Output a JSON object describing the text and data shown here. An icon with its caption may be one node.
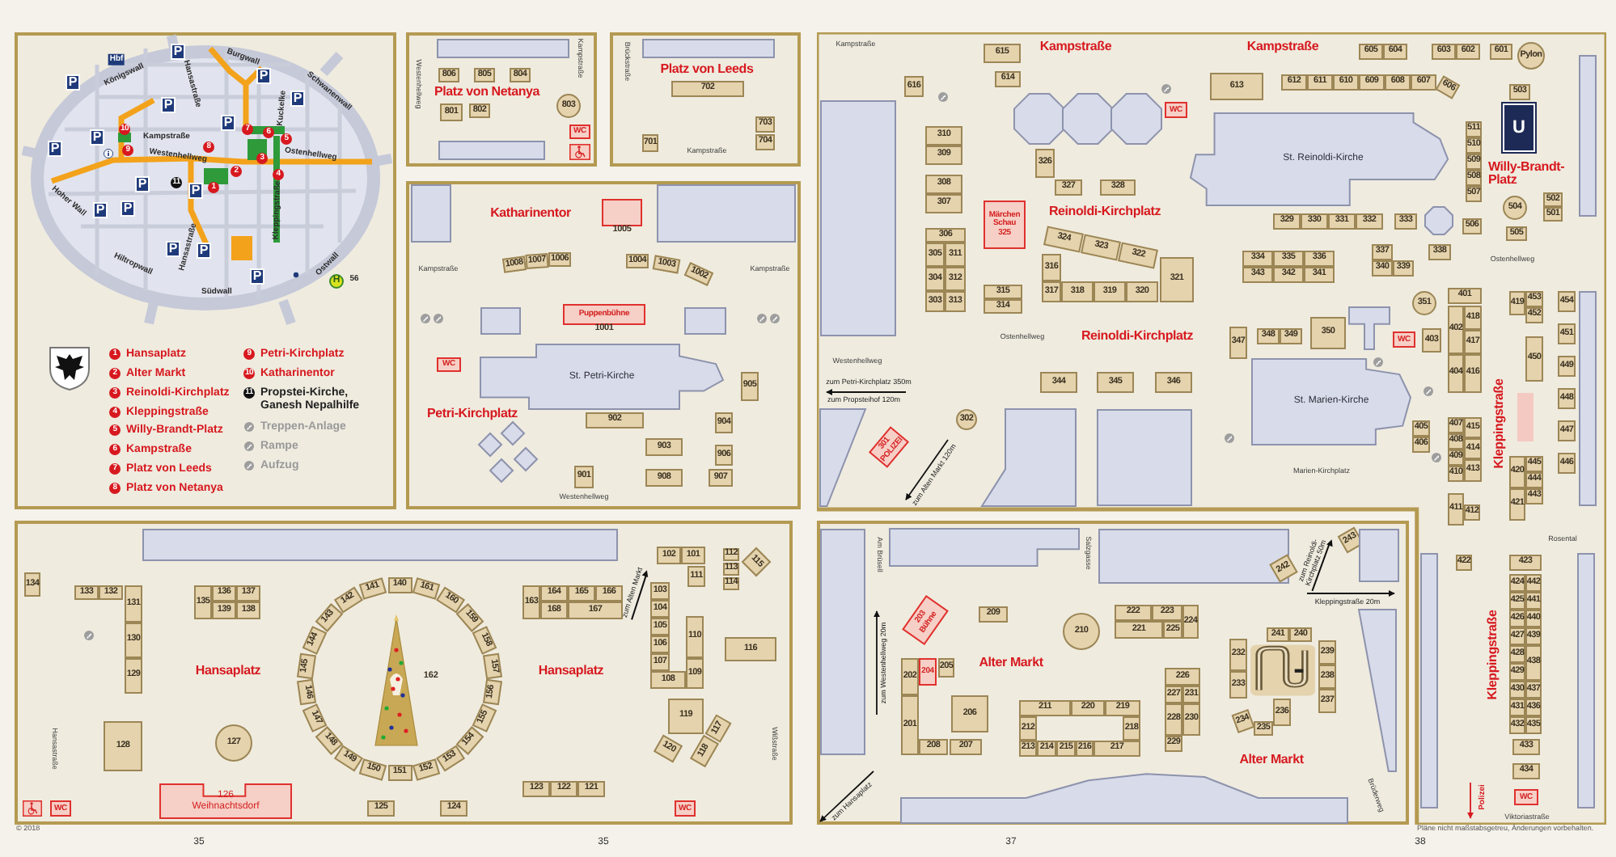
{
  "diagram": {
    "nodes": [
      {
        "text": [],
        "shape": "box"
      },
      {
        "text": [],
        "shape": "box"
      },
      {
        "text": [],
        "shape": "box",
        "in": 1
      },
      {
        "text": [
          "806"
        ],
        "in": 1
      },
      {
        "text": [
          "805"
        ],
        "in": 1
      },
      {
        "text": [
          "804"
        ],
        "in": 1
      },
      {
        "text": [
          "801"
        ],
        "in": 1
      },
      {
        "text": [
          "802"
        ],
        "in": 1
      },
      {
        "text": [
          "803"
        ],
        "in": 1
      },
      {
        "text": [
          "WC"
        ],
        "in": 1
      },
      {
        "text": [],
        "shape": "box",
        "in": 1
      },
      {
        "text": [],
        "shape": "box"
      },
      {
        "text": [],
        "shape": "box",
        "in": 11
      },
      {
        "text": [
          "702"
        ],
        "in": 11
      },
      {
        "text": [
          "703"
        ],
        "in": 11
      },
      {
        "text": [
          "704"
        ],
        "in": 11
      },
      {
        "text": [
          "701"
        ],
        "in": 11
      },
      {
        "text": [],
        "shape": "box"
      },
      {
        "text": [],
        "shape": "box",
        "in": 17
      },
      {
        "text": [],
        "shape": "box",
        "in": 17
      },
      {
        "text": [],
        "shape": "box",
        "beside": [
          "1005"
        ],
        "in": 17
      },
      {
        "text": [
          "1008"
        ],
        "in": 17
      },
      {
        "text": [
          "1007"
        ],
        "in": 17
      },
      {
        "text": [
          "1006"
        ],
        "in": 17
      },
      {
        "text": [
          "1004"
        ],
        "in": 17
      },
      {
        "text": [
          "1003"
        ],
        "in": 17
      },
      {
        "text": [
          "1002"
        ],
        "in": 17
      },
      {
        "text": [],
        "shape": "box",
        "in": 17
      },
      {
        "text": [
          "Puppenbühne"
        ],
        "beside": [
          "1001"
        ],
        "in": 17
      },
      {
        "text": [],
        "shape": "box",
        "in": 17
      },
      {
        "text": [
          "St. Petri-Kirche"
        ],
        "in": 17
      },
      {
        "text": [
          "WC"
        ],
        "in": 17
      },
      {
        "text": [
          "902"
        ],
        "in": 17
      },
      {
        "text": [
          "905"
        ],
        "in": 17
      },
      {
        "text": [
          "904"
        ],
        "in": 17
      },
      {
        "text": [
          "906"
        ],
        "in": 17
      },
      {
        "text": [
          "903"
        ],
        "in": 17
      },
      {
        "text": [
          "908"
        ],
        "in": 17
      },
      {
        "text": [
          "907"
        ],
        "in": 17
      },
      {
        "text": [
          "901"
        ],
        "in": 17
      },
      {
        "text": [],
        "shape": "diamond",
        "in": 17
      },
      {
        "text": [],
        "shape": "diamond",
        "in": 17
      },
      {
        "text": [],
        "shape": "diamond",
        "in": 17
      },
      {
        "text": [],
        "shape": "diamond",
        "in": 17
      },
      {
        "text": [],
        "shape": "box"
      },
      {
        "text": [
          "615"
        ],
        "in": 44
      },
      {
        "text": [
          "614"
        ],
        "in": 44
      },
      {
        "text": [
          "616"
        ],
        "in": 44
      },
      {
        "text": [],
        "shape": "box",
        "in": 44
      },
      {
        "text": [],
        "shape": "octagon",
        "in": 44
      },
      {
        "text": [],
        "shape": "octagon",
        "in": 44
      },
      {
        "text": [],
        "shape": "octagon",
        "in": 44
      },
      {
        "text": [
          "WC"
        ],
        "in": 44
      },
      {
        "text": [
          "613"
        ],
        "in": 44
      },
      {
        "text": [
          "612"
        ],
        "in": 44
      },
      {
        "text": [
          "611"
        ],
        "in": 44
      },
      {
        "text": [
          "610"
        ],
        "in": 44
      },
      {
        "text": [
          "609"
        ],
        "in": 44
      },
      {
        "text": [
          "608"
        ],
        "in": 44
      },
      {
        "text": [
          "607"
        ],
        "in": 44
      },
      {
        "text": [
          "606"
        ],
        "in": 44
      },
      {
        "text": [
          "605"
        ],
        "in": 44
      },
      {
        "text": [
          "604"
        ],
        "in": 44
      },
      {
        "text": [
          "603"
        ],
        "in": 44
      },
      {
        "text": [
          "602"
        ],
        "in": 44
      },
      {
        "text": [
          "601"
        ],
        "in": 44
      },
      {
        "text": [
          "Pylon"
        ],
        "in": 44
      },
      {
        "text": [
          "503"
        ],
        "in": 44
      },
      {
        "text": [
          "U"
        ],
        "in": 44
      },
      {
        "text": [
          "St. Reinoldi-Kirche"
        ],
        "in": 44
      },
      {
        "text": [
          "511"
        ],
        "in": 44
      },
      {
        "text": [
          "510"
        ],
        "in": 44
      },
      {
        "text": [
          "509"
        ],
        "in": 44
      },
      {
        "text": [
          "508"
        ],
        "in": 44
      },
      {
        "text": [
          "507"
        ],
        "in": 44
      },
      {
        "text": [
          "504"
        ],
        "in": 44
      },
      {
        "text": [
          "505"
        ],
        "in": 44
      },
      {
        "text": [
          "502"
        ],
        "in": 44
      },
      {
        "text": [
          "501"
        ],
        "in": 44
      },
      {
        "text": [],
        "shape": "box",
        "in": 44
      },
      {
        "text": [
          "506"
        ],
        "in": 44
      },
      {
        "text": [],
        "shape": "octagon",
        "in": 44
      },
      {
        "text": [
          "329"
        ],
        "in": 44
      },
      {
        "text": [
          "330"
        ],
        "in": 44
      },
      {
        "text": [
          "331"
        ],
        "in": 44
      },
      {
        "text": [
          "332"
        ],
        "in": 44
      },
      {
        "text": [
          "333"
        ],
        "in": 44
      },
      {
        "text": [
          "310"
        ],
        "in": 44
      },
      {
        "text": [
          "309"
        ],
        "in": 44
      },
      {
        "text": [
          "308"
        ],
        "in": 44
      },
      {
        "text": [
          "307"
        ],
        "in": 44
      },
      {
        "text": [
          "306"
        ],
        "in": 44
      },
      {
        "text": [
          "305"
        ],
        "in": 44
      },
      {
        "text": [
          "311"
        ],
        "in": 44
      },
      {
        "text": [
          "304"
        ],
        "in": 44
      },
      {
        "text": [
          "312"
        ],
        "in": 44
      },
      {
        "text": [
          "303"
        ],
        "in": 44
      },
      {
        "text": [
          "313"
        ],
        "in": 44
      },
      {
        "text": [
          "Märchen Schau",
          "325"
        ],
        "in": 44
      },
      {
        "text": [
          "326"
        ],
        "in": 44
      },
      {
        "text": [
          "327"
        ],
        "in": 44
      },
      {
        "text": [
          "328"
        ],
        "in": 44
      },
      {
        "text": [
          "324"
        ],
        "in": 44
      },
      {
        "text": [
          "323"
        ],
        "in": 44
      },
      {
        "text": [
          "322"
        ],
        "in": 44
      },
      {
        "text": [
          "316"
        ],
        "in": 44
      },
      {
        "text": [
          "317"
        ],
        "in": 44
      },
      {
        "text": [
          "318"
        ],
        "in": 44
      },
      {
        "text": [
          "319"
        ],
        "in": 44
      },
      {
        "text": [
          "320"
        ],
        "in": 44
      },
      {
        "text": [
          "321"
        ],
        "in": 44
      },
      {
        "text": [
          "315"
        ],
        "in": 44
      },
      {
        "text": [
          "314"
        ],
        "in": 44
      },
      {
        "text": [
          "334"
        ],
        "in": 44
      },
      {
        "text": [
          "335"
        ],
        "in": 44
      },
      {
        "text": [
          "336"
        ],
        "in": 44
      },
      {
        "text": [
          "343"
        ],
        "in": 44
      },
      {
        "text": [
          "342"
        ],
        "in": 44
      },
      {
        "text": [
          "341"
        ],
        "in": 44
      },
      {
        "text": [
          "337"
        ],
        "in": 44
      },
      {
        "text": [
          "340"
        ],
        "in": 44
      },
      {
        "text": [
          "339"
        ],
        "in": 44
      },
      {
        "text": [
          "338"
        ],
        "in": 44
      },
      {
        "text": [
          "351"
        ],
        "in": 44
      },
      {
        "text": [
          "347"
        ],
        "in": 44
      },
      {
        "text": [
          "348"
        ],
        "in": 44
      },
      {
        "text": [
          "349"
        ],
        "in": 44
      },
      {
        "text": [
          "350"
        ],
        "in": 44
      },
      {
        "text": [],
        "shape": "box",
        "in": 44
      },
      {
        "text": [
          "WC"
        ],
        "in": 44
      },
      {
        "text": [
          "403"
        ],
        "in": 44
      },
      {
        "text": [
          "401"
        ],
        "in": 44
      },
      {
        "text": [
          "402"
        ],
        "in": 44
      },
      {
        "text": [
          "418"
        ],
        "in": 44
      },
      {
        "text": [
          "417"
        ],
        "in": 44
      },
      {
        "text": [
          "404"
        ],
        "in": 44
      },
      {
        "text": [
          "416"
        ],
        "in": 44
      },
      {
        "text": [
          "419"
        ],
        "in": 44
      },
      {
        "text": [
          "453"
        ],
        "in": 44
      },
      {
        "text": [
          "452"
        ],
        "in": 44
      },
      {
        "text": [
          "450"
        ],
        "in": 44
      },
      {
        "text": [
          "454"
        ],
        "in": 44
      },
      {
        "text": [
          "451"
        ],
        "in": 44
      },
      {
        "text": [
          "449"
        ],
        "in": 44
      },
      {
        "text": [
          "448"
        ],
        "in": 44
      },
      {
        "text": [
          "447"
        ],
        "in": 44
      },
      {
        "text": [
          "446"
        ],
        "in": 44
      },
      {
        "text": [],
        "shape": "box",
        "in": 44
      },
      {
        "text": [
          "344"
        ],
        "in": 44
      },
      {
        "text": [
          "345"
        ],
        "in": 44
      },
      {
        "text": [
          "346"
        ],
        "in": 44
      },
      {
        "text": [
          "St. Marien-Kirche"
        ],
        "in": 44
      },
      {
        "text": [
          "405"
        ],
        "in": 44
      },
      {
        "text": [
          "406"
        ],
        "in": 44
      },
      {
        "text": [
          "407"
        ],
        "in": 44
      },
      {
        "text": [
          "408"
        ],
        "in": 44
      },
      {
        "text": [
          "409"
        ],
        "in": 44
      },
      {
        "text": [
          "410"
        ],
        "in": 44
      },
      {
        "text": [
          "415"
        ],
        "in": 44
      },
      {
        "text": [
          "414"
        ],
        "in": 44
      },
      {
        "text": [
          "413"
        ],
        "in": 44
      },
      {
        "text": [
          "420"
        ],
        "in": 44
      },
      {
        "text": [
          "445"
        ],
        "in": 44
      },
      {
        "text": [
          "444"
        ],
        "in": 44
      },
      {
        "text": [
          "421"
        ],
        "in": 44
      },
      {
        "text": [
          "443"
        ],
        "in": 44
      },
      {
        "text": [
          "411"
        ],
        "in": 44
      },
      {
        "text": [
          "412"
        ],
        "in": 44
      },
      {
        "text": [],
        "shape": "box",
        "in": 44
      },
      {
        "text": [],
        "shape": "box",
        "in": 44
      },
      {
        "text": [
          "302"
        ],
        "in": 44
      },
      {
        "text": [],
        "shape": "triangle",
        "in": 44
      },
      {
        "text": [
          "301",
          "POLIZEI"
        ],
        "in": 44
      },
      {
        "text": [
          "422"
        ],
        "in": 44
      },
      {
        "text": [
          "423"
        ],
        "in": 44
      },
      {
        "text": [
          "424"
        ],
        "in": 44
      },
      {
        "text": [
          "425"
        ],
        "in": 44
      },
      {
        "text": [
          "426"
        ],
        "in": 44
      },
      {
        "text": [
          "427"
        ],
        "in": 44
      },
      {
        "text": [
          "428"
        ],
        "in": 44
      },
      {
        "text": [
          "429"
        ],
        "in": 44
      },
      {
        "text": [
          "430"
        ],
        "in": 44
      },
      {
        "text": [
          "431"
        ],
        "in": 44
      },
      {
        "text": [
          "432"
        ],
        "in": 44
      },
      {
        "text": [
          "442"
        ],
        "in": 44
      },
      {
        "text": [
          "441"
        ],
        "in": 44
      },
      {
        "text": [
          "440"
        ],
        "in": 44
      },
      {
        "text": [
          "439"
        ],
        "in": 44
      },
      {
        "text": [
          "438"
        ],
        "in": 44
      },
      {
        "text": [
          "437"
        ],
        "in": 44
      },
      {
        "text": [
          "436"
        ],
        "in": 44
      },
      {
        "text": [
          "435"
        ],
        "in": 44
      },
      {
        "text": [
          "433"
        ],
        "in": 44
      },
      {
        "text": [
          "434"
        ],
        "in": 44
      },
      {
        "text": [
          "WC"
        ],
        "in": 44
      },
      {
        "text": [],
        "shape": "box",
        "in": 44
      },
      {
        "text": [],
        "shape": "box",
        "in": 44
      },
      {
        "text": [],
        "shape": "box",
        "in": 44
      },
      {
        "text": [],
        "shape": "box"
      },
      {
        "text": [],
        "shape": "box",
        "in": 198
      },
      {
        "text": [
          "134"
        ],
        "in": 198
      },
      {
        "text": [
          "133"
        ],
        "in": 198
      },
      {
        "text": [
          "132"
        ],
        "in": 198
      },
      {
        "text": [
          "131"
        ],
        "in": 198
      },
      {
        "text": [
          "130"
        ],
        "in": 198
      },
      {
        "text": [
          "129"
        ],
        "in": 198
      },
      {
        "text": [
          "135"
        ],
        "in": 198
      },
      {
        "text": [
          "136"
        ],
        "in": 198
      },
      {
        "text": [
          "137"
        ],
        "in": 198
      },
      {
        "text": [
          "139"
        ],
        "in": 198
      },
      {
        "text": [
          "138"
        ],
        "in": 198
      },
      {
        "text": [
          "128"
        ],
        "in": 198
      },
      {
        "text": [
          "127"
        ],
        "in": 198
      },
      {
        "text": [
          "126",
          "Weihnachtsdorf"
        ],
        "in": 198
      },
      {
        "text": [
          "125"
        ],
        "in": 198
      },
      {
        "text": [
          "124"
        ],
        "in": 198
      },
      {
        "text": [
          "WC"
        ],
        "in": 198
      },
      {
        "text": [
          "123"
        ],
        "in": 198
      },
      {
        "text": [
          "122"
        ],
        "in": 198
      },
      {
        "text": [
          "121"
        ],
        "in": 198
      },
      {
        "text": [
          "WC"
        ],
        "in": 198
      },
      {
        "text": [
          "162"
        ],
        "in": 198
      },
      {
        "text": [
          "140"
        ],
        "in": 198
      },
      {
        "text": [
          "161"
        ],
        "in": 198
      },
      {
        "text": [
          "160"
        ],
        "in": 198
      },
      {
        "text": [
          "159"
        ],
        "in": 198
      },
      {
        "text": [
          "158"
        ],
        "in": 198
      },
      {
        "text": [
          "157"
        ],
        "in": 198
      },
      {
        "text": [
          "156"
        ],
        "in": 198
      },
      {
        "text": [
          "155"
        ],
        "in": 198
      },
      {
        "text": [
          "154"
        ],
        "in": 198
      },
      {
        "text": [
          "153"
        ],
        "in": 198
      },
      {
        "text": [
          "152"
        ],
        "in": 198
      },
      {
        "text": [
          "151"
        ],
        "in": 198
      },
      {
        "text": [
          "150"
        ],
        "in": 198
      },
      {
        "text": [
          "149"
        ],
        "in": 198
      },
      {
        "text": [
          "148"
        ],
        "in": 198
      },
      {
        "text": [
          "147"
        ],
        "in": 198
      },
      {
        "text": [
          "146"
        ],
        "in": 198
      },
      {
        "text": [
          "145"
        ],
        "in": 198
      },
      {
        "text": [
          "144"
        ],
        "in": 198
      },
      {
        "text": [
          "143"
        ],
        "in": 198
      },
      {
        "text": [
          "142"
        ],
        "in": 198
      },
      {
        "text": [
          "141"
        ],
        "in": 198
      },
      {
        "text": [
          "163"
        ],
        "in": 198
      },
      {
        "text": [
          "164"
        ],
        "in": 198
      },
      {
        "text": [
          "165"
        ],
        "in": 198
      },
      {
        "text": [
          "166"
        ],
        "in": 198
      },
      {
        "text": [
          "168"
        ],
        "in": 198
      },
      {
        "text": [
          "167"
        ],
        "in": 198
      },
      {
        "text": [
          "102"
        ],
        "in": 198
      },
      {
        "text": [
          "101"
        ],
        "in": 198
      },
      {
        "text": [
          "111"
        ],
        "in": 198
      },
      {
        "text": [
          "112"
        ],
        "in": 198
      },
      {
        "text": [
          "113"
        ],
        "in": 198
      },
      {
        "text": [
          "114"
        ],
        "in": 198
      },
      {
        "text": [
          "115"
        ],
        "in": 198
      },
      {
        "text": [
          "103"
        ],
        "in": 198
      },
      {
        "text": [
          "104"
        ],
        "in": 198
      },
      {
        "text": [
          "105"
        ],
        "in": 198
      },
      {
        "text": [
          "106"
        ],
        "in": 198
      },
      {
        "text": [
          "107"
        ],
        "in": 198
      },
      {
        "text": [
          "108"
        ],
        "in": 198
      },
      {
        "text": [
          "110"
        ],
        "in": 198
      },
      {
        "text": [
          "109"
        ],
        "in": 198
      },
      {
        "text": [
          "116"
        ],
        "in": 198
      },
      {
        "text": [
          "119"
        ],
        "in": 198
      },
      {
        "text": [
          "120"
        ],
        "in": 198
      },
      {
        "text": [
          "117"
        ],
        "in": 198
      },
      {
        "text": [
          "118"
        ],
        "in": 198
      },
      {
        "text": [],
        "shape": "box"
      },
      {
        "text": [],
        "shape": "box",
        "in": 270
      },
      {
        "text": [],
        "shape": "box",
        "in": 270
      },
      {
        "text": [],
        "shape": "box",
        "in": 270
      },
      {
        "text": [
          "242"
        ],
        "in": 270
      },
      {
        "text": [
          "243"
        ],
        "in": 270
      },
      {
        "text": [],
        "shape": "box",
        "in": 270
      },
      {
        "text": [],
        "shape": "box",
        "in": 270
      },
      {
        "text": [
          "203",
          "Bühne"
        ],
        "in": 270
      },
      {
        "text": [
          "209"
        ],
        "in": 270
      },
      {
        "text": [
          "210"
        ],
        "in": 270
      },
      {
        "text": [
          "222"
        ],
        "in": 270
      },
      {
        "text": [
          "223"
        ],
        "in": 270
      },
      {
        "text": [
          "224"
        ],
        "in": 270
      },
      {
        "text": [
          "221"
        ],
        "in": 270
      },
      {
        "text": [
          "225"
        ],
        "in": 270
      },
      {
        "text": [
          "202"
        ],
        "in": 270
      },
      {
        "text": [
          "204"
        ],
        "in": 270
      },
      {
        "text": [
          "205"
        ],
        "in": 270
      },
      {
        "text": [
          "201"
        ],
        "in": 270
      },
      {
        "text": [
          "208"
        ],
        "in": 270
      },
      {
        "text": [
          "207"
        ],
        "in": 270
      },
      {
        "text": [
          "206"
        ],
        "in": 270
      },
      {
        "text": [
          "211"
        ],
        "in": 270
      },
      {
        "text": [
          "220"
        ],
        "in": 270
      },
      {
        "text": [
          "219"
        ],
        "in": 270
      },
      {
        "text": [
          "212"
        ],
        "in": 270
      },
      {
        "text": [
          "218"
        ],
        "in": 270
      },
      {
        "text": [
          "213"
        ],
        "in": 270
      },
      {
        "text": [
          "214"
        ],
        "in": 270
      },
      {
        "text": [
          "215"
        ],
        "in": 270
      },
      {
        "text": [
          "216"
        ],
        "in": 270
      },
      {
        "text": [
          "217"
        ],
        "in": 270
      },
      {
        "text": [
          "226"
        ],
        "in": 270
      },
      {
        "text": [
          "227"
        ],
        "in": 270
      },
      {
        "text": [
          "231"
        ],
        "in": 270
      },
      {
        "text": [
          "228"
        ],
        "in": 270
      },
      {
        "text": [
          "230"
        ],
        "in": 270
      },
      {
        "text": [
          "229"
        ],
        "in": 270
      },
      {
        "text": [
          "241"
        ],
        "in": 270
      },
      {
        "text": [
          "240"
        ],
        "in": 270
      },
      {
        "text": [
          "232"
        ],
        "in": 270
      },
      {
        "text": [
          "233"
        ],
        "in": 270
      },
      {
        "text": [
          "234"
        ],
        "in": 270
      },
      {
        "text": [
          "235"
        ],
        "in": 270
      },
      {
        "text": [
          "236"
        ],
        "in": 270
      },
      {
        "text": [
          "239"
        ],
        "in": 270
      },
      {
        "text": [
          "238"
        ],
        "in": 270
      },
      {
        "text": [
          "237"
        ],
        "in": 270
      },
      {
        "text": [],
        "shape": "box",
        "in": 270
      }
    ],
    "labels": [
      "Hbf",
      "P",
      "P",
      "P",
      "P",
      "P",
      "P",
      "P",
      "P",
      "P",
      "P",
      "P",
      "P",
      "P",
      "P",
      "P",
      "Königswall",
      "Hansastraße",
      "Burgwall",
      "Schwanenwall",
      "Kuckelke",
      "Kampstraße",
      "Westenhellweg",
      "Ostenhellweg",
      "Hoher Wall",
      "Hiltropwall",
      "Hansastraße",
      "Kleppingstraße",
      "Südwall",
      "Ostwall",
      "H",
      "56",
      "10",
      "9",
      "8",
      "7",
      "6",
      "5",
      "3",
      "2",
      "4",
      "1",
      "11",
      "1",
      "Hansaplatz",
      "2",
      "Alter Markt",
      "3",
      "Reinoldi-Kirchplatz",
      "4",
      "Kleppingstraße",
      "5",
      "Willy-Brandt-Platz",
      "6",
      "Kampstraße",
      "7",
      "Platz von Leeds",
      "8",
      "Platz von Netanya",
      "9",
      "Petri-Kirchplatz",
      "10",
      "Katharinentor",
      "11",
      "Propstei-Kirche, Ganesh Nepalhilfe",
      "Treppen-Anlage",
      "Rampe",
      "Aufzug",
      "Platz von Netanya",
      "Westenhellweg",
      "Kampstraße",
      "Brückstraße",
      "Platz von Leeds",
      "Kampstraße",
      "Katharinentor",
      "Kampstraße",
      "Kampstraße",
      "Petri-Kirchplatz",
      "Westenhellweg",
      "Kampstraße",
      "Kampstraße",
      "Kampstraße",
      "Willy-Brandt-Platz",
      "Reinoldi-Kirchplatz",
      "Ostenhellweg",
      "Ostenhellweg",
      "Reinoldi-Kirchplatz",
      "Westenhellweg",
      "zum Petri-Kirchplatz 350m",
      "zum Propsteihof 120m",
      "zum Alten Markt 120m",
      "Kleppingstraße",
      "Marien-Kirchplatz",
      "Rosental",
      "Kleppingstraße",
      "Polizei",
      "Viktoriastraße",
      "Pläne nicht maßstabsgetreu, Änderungen vorbehalten.",
      "38",
      "Hansaplatz",
      "Hansaplatz",
      "zum Alten Markt",
      "Hansastraße",
      "Wißstraße",
      "© 2018",
      "35",
      "35",
      "Am Brüsell",
      "Salzgasse",
      "zum Reinoldi-Kirchplatz 50m",
      "Kleppingstraße 20m",
      "zum Westenhellweg 20m",
      "Alter Markt",
      "Alter Markt",
      "zum Hansaplatz",
      "Brüderweg",
      "37"
    ]
  }
}
